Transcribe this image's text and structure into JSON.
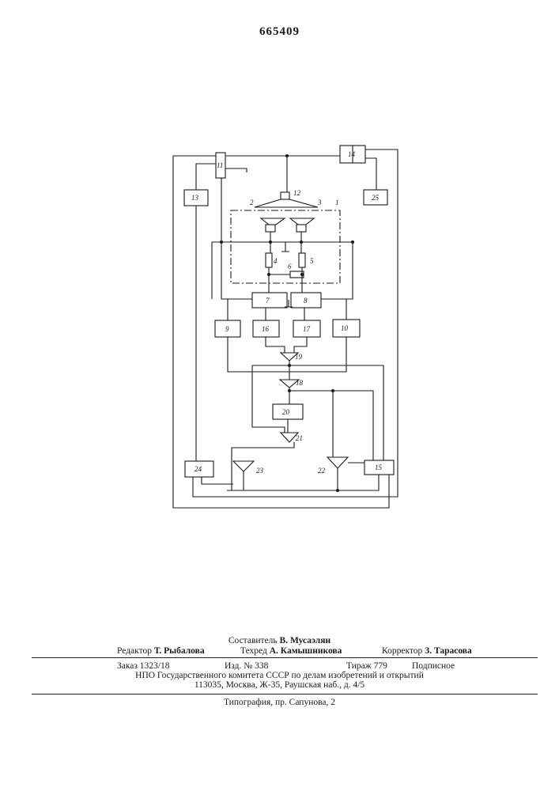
{
  "header": {
    "patent_number": "665409"
  },
  "diagram": {
    "block_labels": [
      "1",
      "2",
      "3",
      "4",
      "5",
      "6",
      "7",
      "8",
      "9",
      "10",
      "11",
      "12",
      "13",
      "14",
      "15",
      "16",
      "17",
      "18",
      "19",
      "20",
      "21",
      "22",
      "23",
      "24",
      "25"
    ]
  },
  "colophon": {
    "composer_label": "Составитель",
    "composer_name": "В. Мусаэлян",
    "editor_label": "Редактор",
    "editor_name": "Т. Рыбалова",
    "techred_label": "Техред",
    "techred_name": "А. Камышникова",
    "corrector_label": "Корректор",
    "corrector_name": "З. Тарасова",
    "order": "Заказ 1323/18",
    "edition": "Изд. № 338",
    "print_run": "Тираж 779",
    "subscription": "Подписное",
    "publisher": "НПО Государственного комитета СССР по делам изобретений и открытий",
    "address": "113035, Москва, Ж-35, Раушская наб., д. 4/5",
    "printer": "Типография, пр. Сапунова, 2"
  }
}
